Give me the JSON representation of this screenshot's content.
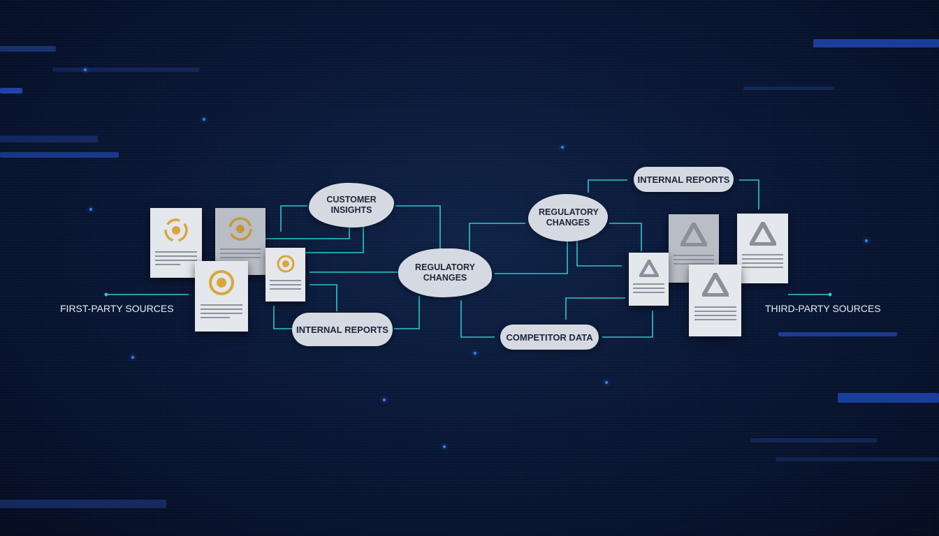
{
  "labels": {
    "first_party": "FIRST-PARTY SOURCES",
    "third_party": "THIRD-PARTY SOURCES"
  },
  "nodes": {
    "customer_insights": "CUSTOMER INSIGHTS",
    "regulatory_center": "REGULATORY CHANGES",
    "internal_reports_left": "INTERNAL REPORTS",
    "regulatory_right": "REGULATORY CHANGES",
    "internal_reports_right": "INTERNAL REPORTS",
    "competitor_data": "COMPETITOR DATA"
  },
  "colors": {
    "connector": "#2fc7c9",
    "first_party_icon": "#d9a63a",
    "third_party_icon": "#8a8f98",
    "background": "#0a1836"
  },
  "icons": {
    "first_party_documents": "gold-target-icon",
    "third_party_documents": "silver-triangle-icon"
  }
}
